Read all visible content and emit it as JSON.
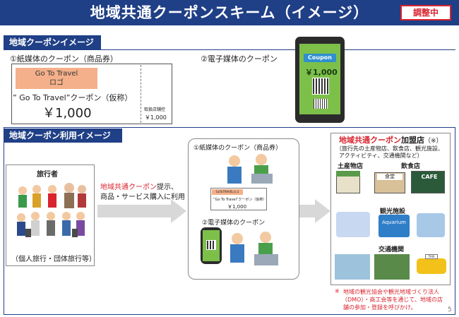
{
  "header": {
    "title": "地域共通クーポンスキーム（イメージ）",
    "status_badge": "調整中"
  },
  "coupon_image_section": {
    "heading": "地域クーポンイメージ",
    "paper_label": "①紙媒体のクーポン（商品券）",
    "electronic_label": "②電子媒体のクーポン",
    "paper_coupon": {
      "logo_line1": "Go To Travel",
      "logo_line2": "ロゴ",
      "name": "” Go To Travel”クーポン（仮称）",
      "amount": "￥1,000",
      "stub_label": "取扱店舗控",
      "stub_amount": "￥1,000"
    },
    "phone_coupon": {
      "chip": "Coupon",
      "amount": "￥1,000"
    }
  },
  "usage_section": {
    "heading": "地域クーポン利用イメージ",
    "traveler": {
      "title": "旅行者",
      "caption": "（個人旅行・団体旅行等）"
    },
    "flow_text": {
      "highlight": "地域共通クーポン",
      "line1_rest": "提示、",
      "line2": "商品・サービス購入に利用"
    },
    "usage_box": {
      "paper_label": "①紙媒体のクーポン（商品券）",
      "electronic_label": "②電子媒体のクーポン",
      "mini_logo": "GoToTRAVELロゴ",
      "mini_name": "”Go To Travel”クーポン（仮称）",
      "mini_amount": "￥1,000"
    },
    "stores": {
      "title_highlight": "地域共通クーポン",
      "title_rest": "加盟店",
      "title_mark": "（※）",
      "subtitle_line1": "（旅行先の土産物店、飲食店、観光施設、",
      "subtitle_line2": "アクティビティ、交通機関など）",
      "souvenir": "土産物店",
      "restaurant": "飲食店",
      "shop_sign": "CAFE",
      "diner_sign": "食堂",
      "attractions": "観光施設",
      "aquarium_sign": "Aquarium",
      "transport": "交通機関",
      "taxi_sign": "TAXI"
    },
    "note": {
      "mark": "※",
      "line1": "地域の観光協会や観光地域づくり法人",
      "line2": "（DMO）・商工会等を通じて、地域の店",
      "line3": "舗の参加・登録を呼びかけ。"
    }
  },
  "page_number": "5",
  "colors": {
    "header_navy": "#1f3f86",
    "accent_red": "#d9232d",
    "coupon_green": "#7cc04a",
    "logo_orange": "#f4b08a"
  }
}
